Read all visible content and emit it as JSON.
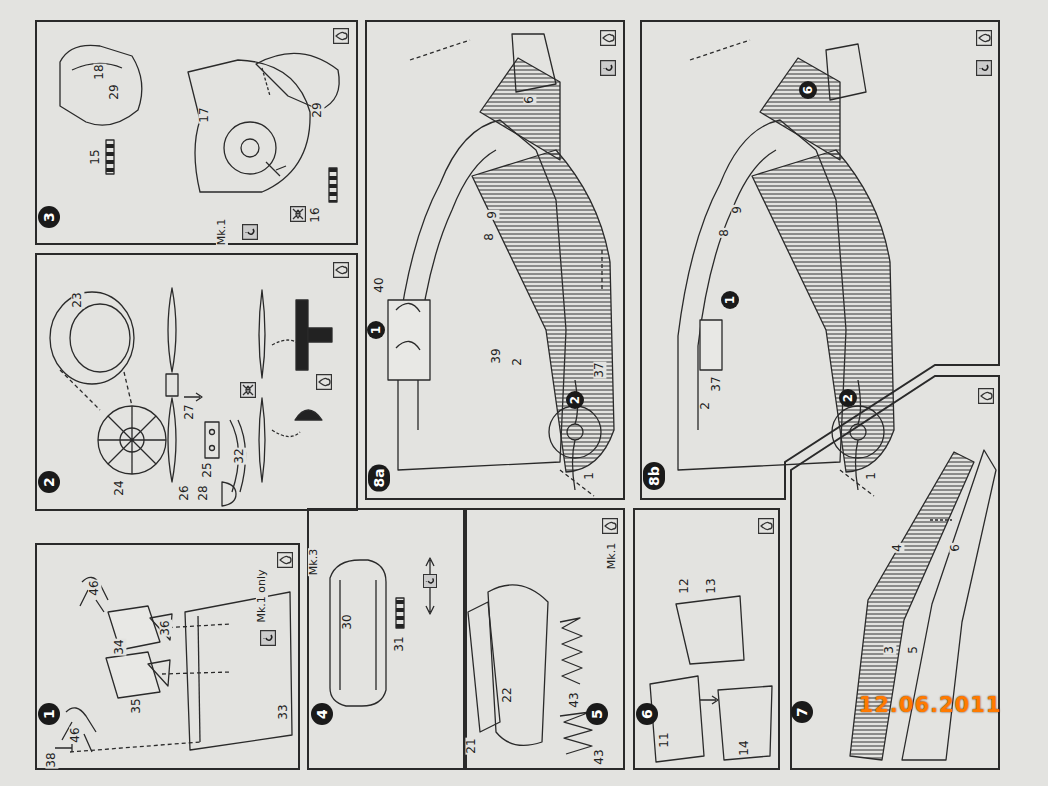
{
  "diagram": {
    "nodes": [
      {
        "text": [
          "1"
        ]
      },
      {
        "text": [
          "2"
        ]
      },
      {
        "text": [
          "3"
        ]
      },
      {
        "text": [
          "4"
        ]
      },
      {
        "text": [
          "5"
        ]
      },
      {
        "text": [
          "6"
        ]
      },
      {
        "text": [
          "7"
        ]
      },
      {
        "text": [
          "8a"
        ]
      },
      {
        "text": [
          "8b"
        ]
      }
    ],
    "labels": [
      "Mk.1 only",
      "46",
      "36",
      "34",
      "35",
      "46",
      "33",
      "38",
      "26",
      "28",
      "25",
      "27",
      "24",
      "23",
      "32",
      "18",
      "29",
      "15",
      "17",
      "29",
      "16",
      "Mk.1",
      "Mk.3",
      "30",
      "31",
      "22",
      "21",
      "43",
      "43",
      "Mk.1",
      "12",
      "13",
      "11",
      "14",
      "4",
      "6",
      "3",
      "5",
      "6",
      "9",
      "8",
      "40",
      "1",
      "39",
      "2",
      "37",
      "1",
      "2",
      "6",
      "9",
      "8",
      "1",
      "1",
      "37",
      "2",
      "2",
      "12.06.2011"
    ]
  }
}
